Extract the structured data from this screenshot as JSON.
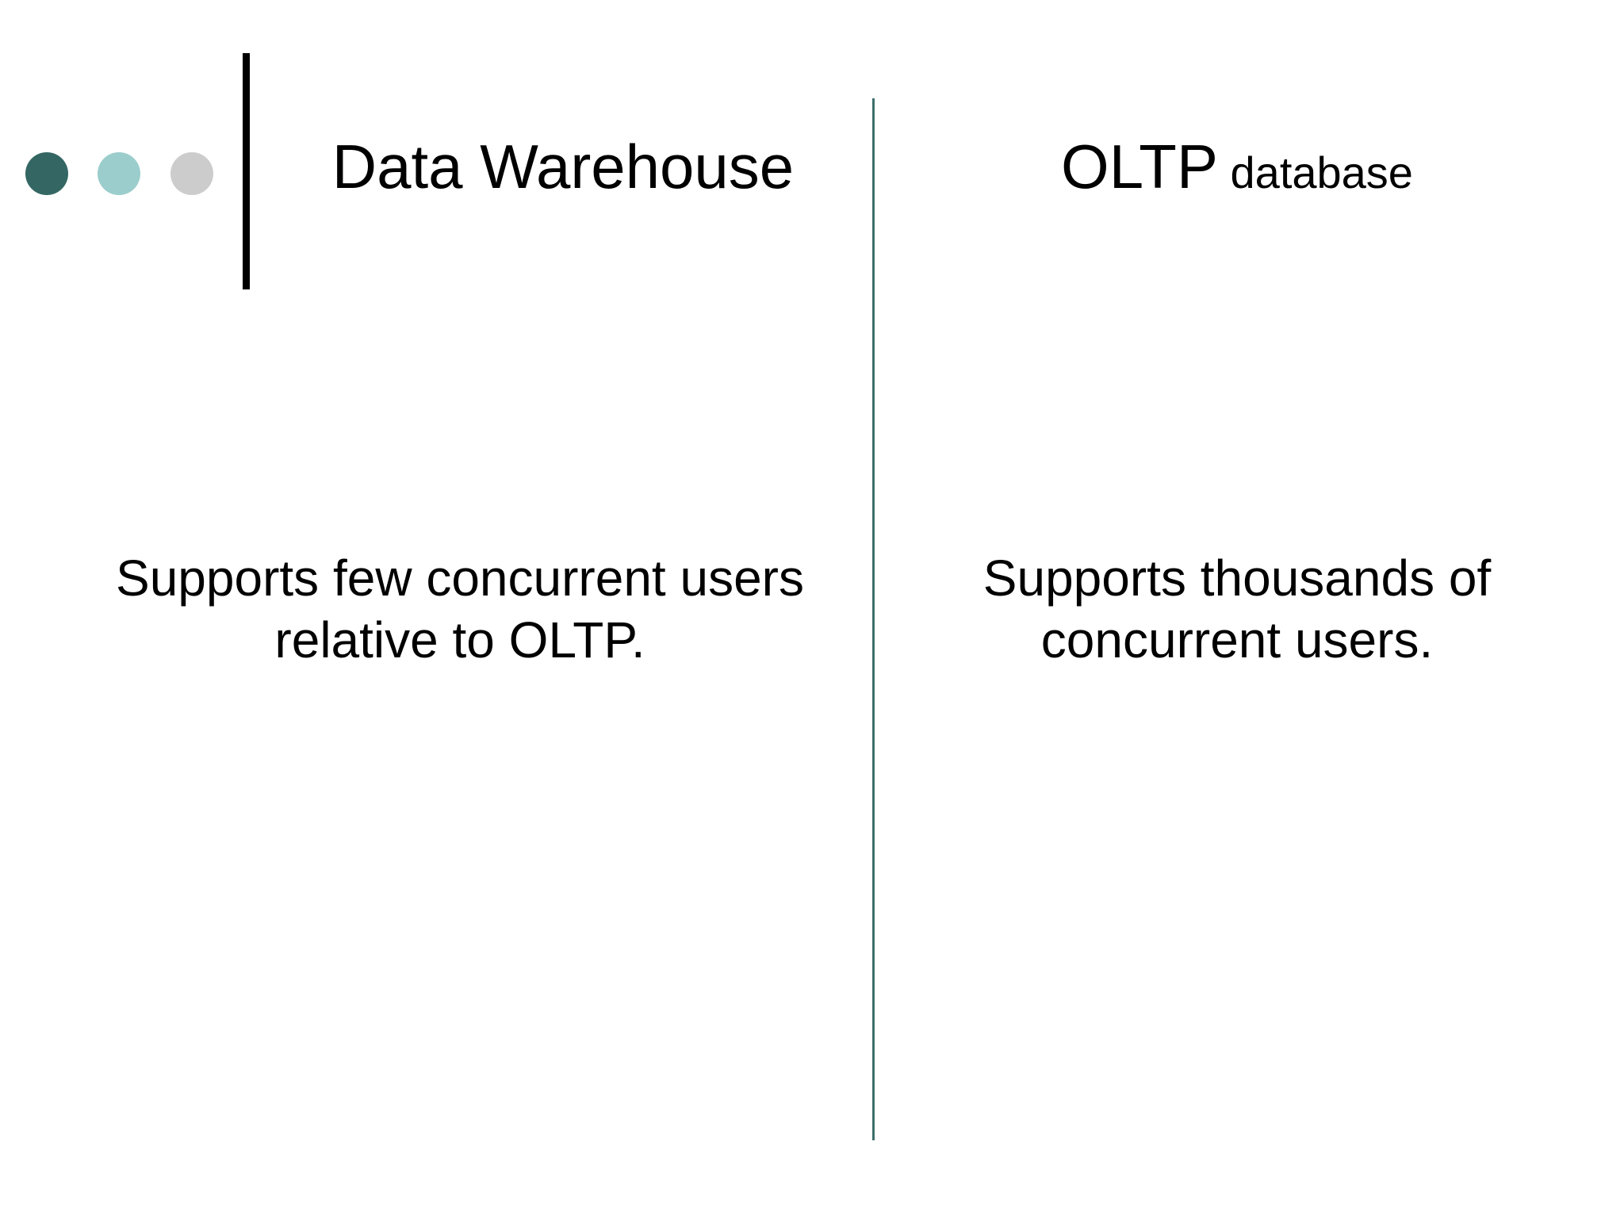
{
  "slide": {
    "background_color": "#ffffff",
    "text_color": "#000000"
  },
  "decor": {
    "dots": [
      {
        "name": "dot-dark-teal",
        "color": "#346763"
      },
      {
        "name": "dot-light-teal",
        "color": "#9bcdcc"
      },
      {
        "name": "dot-gray",
        "color": "#cccccc"
      }
    ],
    "title_rule_color": "#000000",
    "column_divider_color": "#3d6f6c"
  },
  "columns": {
    "left": {
      "heading": "Data Warehouse",
      "body": "Supports few concurrent users relative to OLTP."
    },
    "right": {
      "heading_primary": "OLTP",
      "heading_secondary": "database",
      "body": "Supports thousands of concurrent users."
    }
  }
}
